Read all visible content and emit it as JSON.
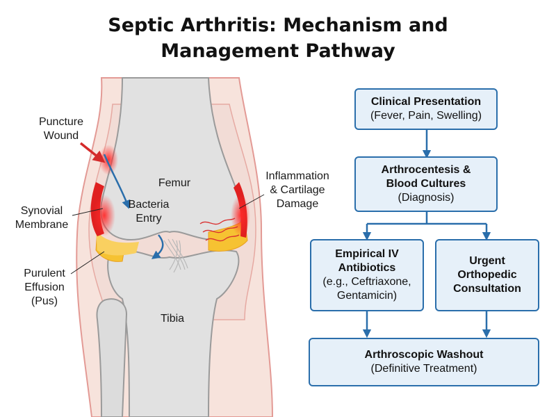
{
  "title": {
    "line1": "Septic Arthritis: Mechanism and",
    "line2": "Management Pathway"
  },
  "anatomy": {
    "puncture_wound": [
      "Puncture",
      "Wound"
    ],
    "femur": "Femur",
    "bacteria_entry": [
      "Bacteria",
      "Entry"
    ],
    "synovial_membrane": [
      "Synovial",
      "Membrane"
    ],
    "inflammation": [
      "Inflammation",
      "& Cartilage",
      "Damage"
    ],
    "purulent_effusion": [
      "Purulent",
      "Effusion",
      "(Pus)"
    ],
    "tibia": "Tibia"
  },
  "flowchart": {
    "clinical_presentation": {
      "title": "Clinical Presentation",
      "subtitle": "(Fever, Pain, Swelling)"
    },
    "arthrocentesis": {
      "title": [
        "Arthrocentesis &",
        "Blood Cultures"
      ],
      "subtitle": "(Diagnosis)"
    },
    "antibiotics": {
      "title": [
        "Empirical IV",
        "Antibiotics"
      ],
      "subtitle": [
        "(e.g., Ceftriaxone,",
        "Gentamicin)"
      ]
    },
    "orthopedic": {
      "title": [
        "Urgent",
        "Orthopedic",
        "Consultation"
      ]
    },
    "washout": {
      "title": "Arthroscopic Washout",
      "subtitle": "(Definitive Treatment)"
    }
  },
  "colors": {
    "box_fill": "#e6f0f9",
    "box_border": "#2a6eab",
    "arrow": "#2a6eab",
    "inflammation_red": "#e02020",
    "pus_yellow": "#f6c232",
    "bone": "#d9d9d9"
  }
}
